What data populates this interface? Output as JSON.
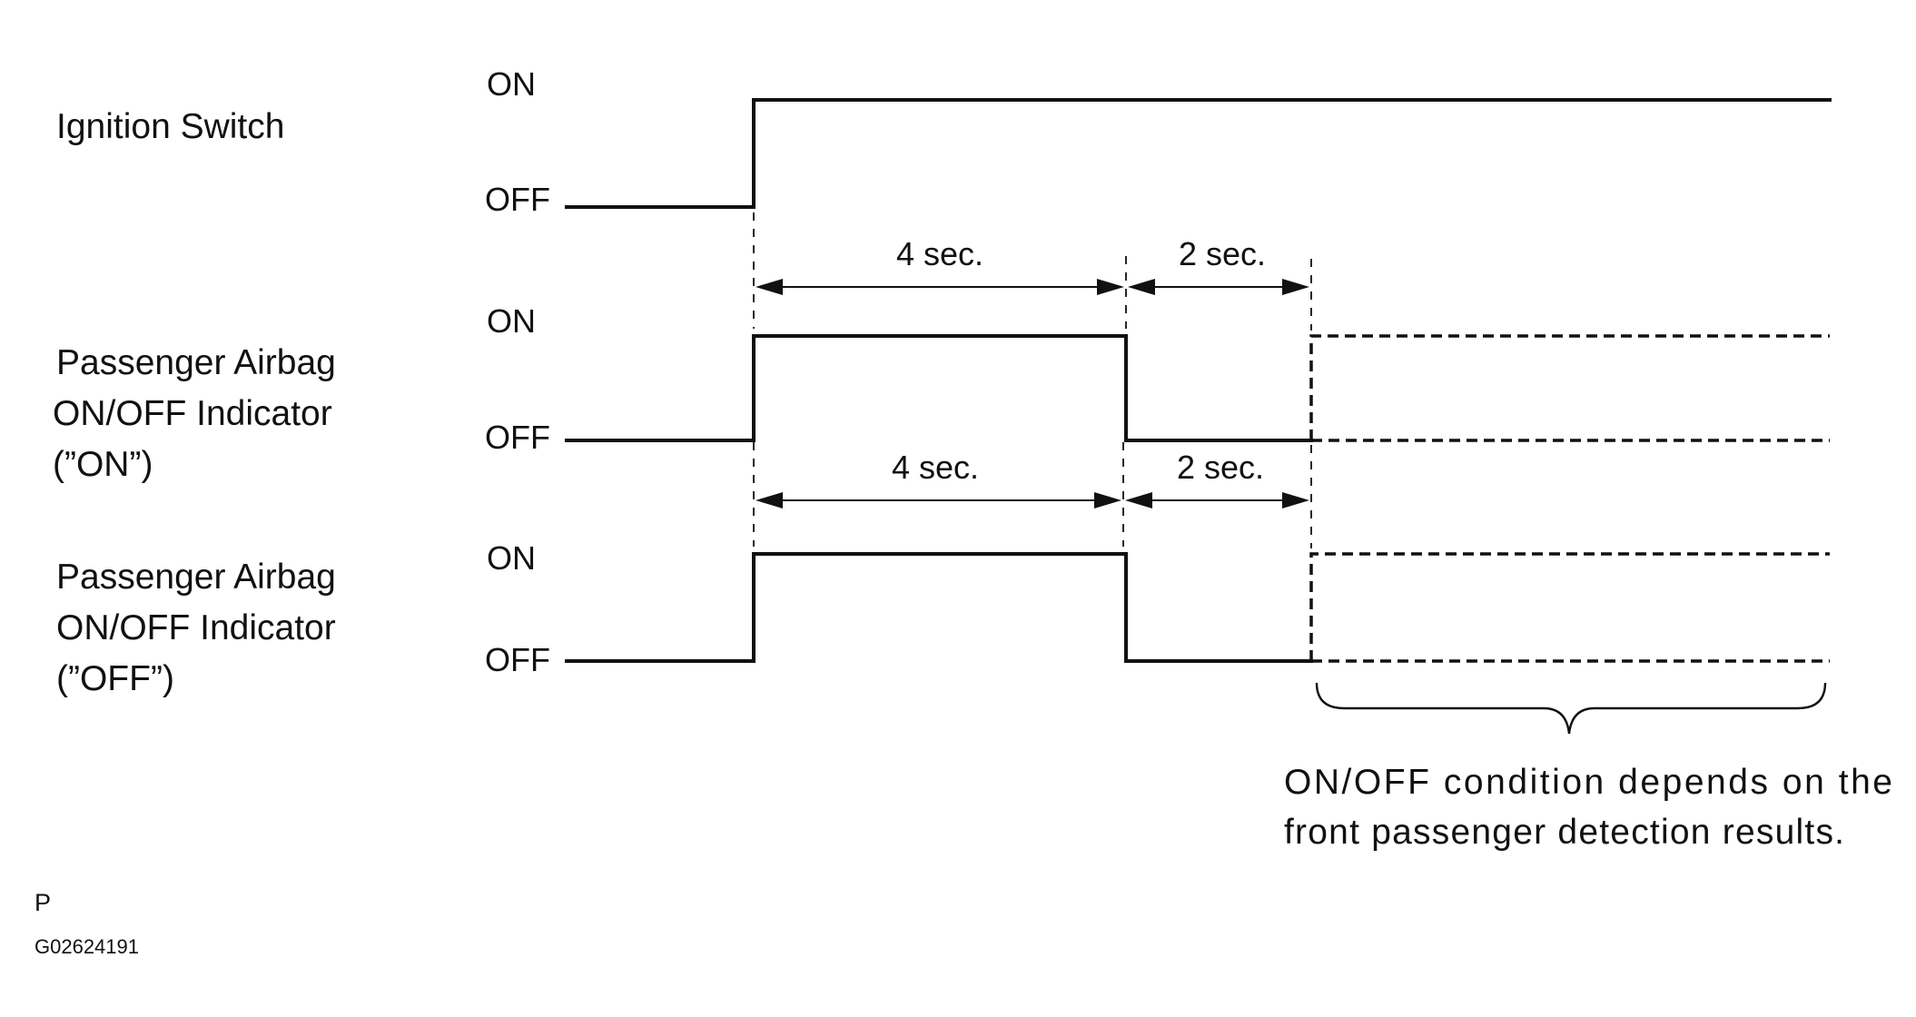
{
  "signals": [
    {
      "name_lines": [
        "Ignition Switch"
      ],
      "on_label": "ON",
      "off_label": "OFF"
    },
    {
      "name_lines": [
        "Passenger Airbag",
        "ON/OFF Indicator",
        "(”ON”)"
      ],
      "on_label": "ON",
      "off_label": "OFF"
    },
    {
      "name_lines": [
        "Passenger Airbag",
        "ON/OFF Indicator",
        "(”OFF”)"
      ],
      "on_label": "ON",
      "off_label": "OFF"
    }
  ],
  "durations": [
    {
      "label": "4 sec.",
      "between": [
        "ignition_on",
        "indicator_off"
      ]
    },
    {
      "label": "2 sec.",
      "between": [
        "indicator_off",
        "undetermined_start"
      ]
    },
    {
      "label": "4 sec.",
      "between": [
        "ignition_on",
        "indicator_off"
      ]
    },
    {
      "label": "2 sec.",
      "between": [
        "indicator_off",
        "undetermined_start"
      ]
    }
  ],
  "note_lines": [
    "ON/OFF condition depends on the",
    "front passenger detection results."
  ],
  "corner_tag": "P",
  "figure_code": "G02624191"
}
